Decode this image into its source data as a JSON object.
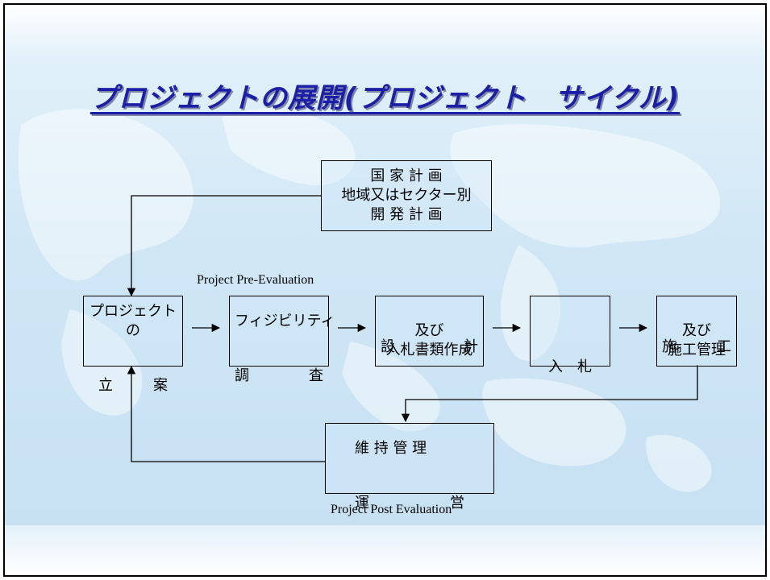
{
  "title": "プロジェクトの展開(プロジェクト　サイクル)",
  "nodes": {
    "national_plan": {
      "line1": "国 家 計 画",
      "line2": "地域又はセクター別",
      "line3": "開 発 計 画"
    },
    "project_formulation": {
      "line1": "プロジェクト",
      "line2": "の",
      "line3a": "立",
      "line3b": "案"
    },
    "feasibility_study": {
      "line1": "フィジビリティ",
      "line2a": "調",
      "line2b": "査"
    },
    "design": {
      "line1a": "設",
      "line1b": "計",
      "line2": "及び",
      "line3": "入札書類作成"
    },
    "bidding": {
      "line1a": "入",
      "line1b": "札"
    },
    "construction": {
      "line1a": "施",
      "line1b": "工",
      "line2": "及び",
      "line3": "施工管理"
    },
    "operation": {
      "line1": "維 持 管 理",
      "line2a": "運",
      "line2b": "営"
    }
  },
  "labels": {
    "pre_evaluation": "Project Pre-Evaluation",
    "post_evaluation": "Project Post Evaluation"
  }
}
